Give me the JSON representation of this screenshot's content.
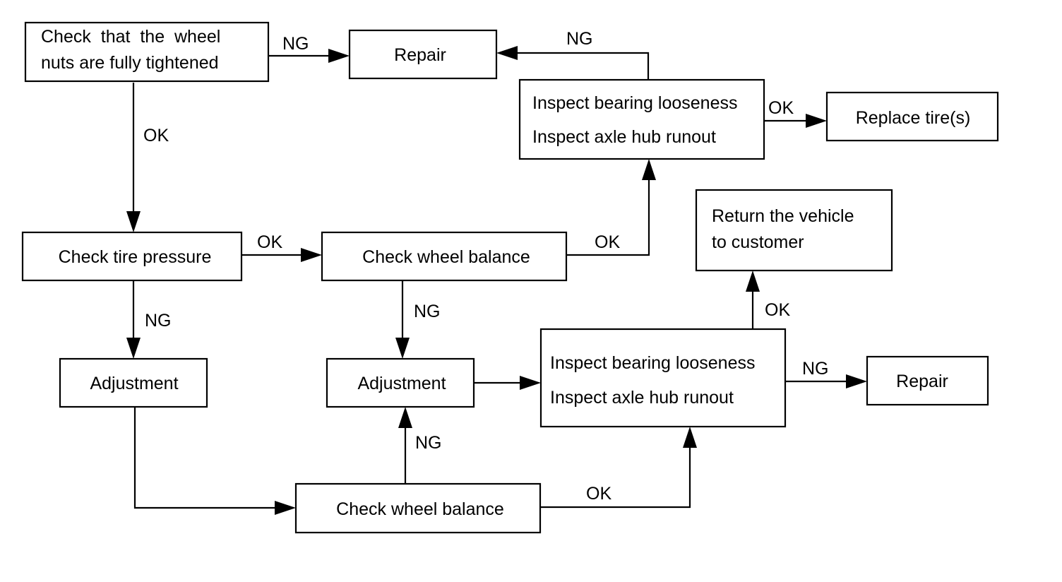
{
  "nodes": {
    "check_nuts": {
      "lines": [
        "Check  that  the  wheel",
        "nuts are fully tightened"
      ]
    },
    "repair_top": {
      "lines": [
        "Repair"
      ]
    },
    "inspect_top": {
      "lines": [
        "Inspect bearing looseness",
        "Inspect axle hub runout"
      ]
    },
    "replace_tires": {
      "lines": [
        "Replace tire(s)"
      ]
    },
    "check_pressure": {
      "lines": [
        "Check tire pressure"
      ]
    },
    "check_balance_1": {
      "lines": [
        "Check wheel balance"
      ]
    },
    "return_vehicle": {
      "lines": [
        "Return the vehicle",
        "to customer"
      ]
    },
    "adjustment_1": {
      "lines": [
        "Adjustment"
      ]
    },
    "adjustment_2": {
      "lines": [
        "Adjustment"
      ]
    },
    "inspect_mid": {
      "lines": [
        "Inspect bearing looseness",
        "Inspect axle hub runout"
      ]
    },
    "repair_mid": {
      "lines": [
        "Repair"
      ]
    },
    "check_balance_2": {
      "lines": [
        "Check wheel balance"
      ]
    }
  },
  "edges": [
    {
      "id": "e1",
      "from": "check_nuts",
      "to": "repair_top",
      "label": "NG"
    },
    {
      "id": "e2",
      "from": "check_nuts",
      "to": "check_pressure",
      "label": "OK"
    },
    {
      "id": "e3",
      "from": "inspect_top",
      "to": "repair_top",
      "label": "NG"
    },
    {
      "id": "e4",
      "from": "inspect_top",
      "to": "replace_tires",
      "label": "OK"
    },
    {
      "id": "e5",
      "from": "check_pressure",
      "to": "check_balance_1",
      "label": "OK"
    },
    {
      "id": "e6",
      "from": "check_balance_1",
      "to": "inspect_top",
      "label": "OK"
    },
    {
      "id": "e7",
      "from": "check_pressure",
      "to": "adjustment_1",
      "label": "NG"
    },
    {
      "id": "e8",
      "from": "check_balance_1",
      "to": "adjustment_2",
      "label": "NG"
    },
    {
      "id": "e9",
      "from": "adjustment_2",
      "to": "inspect_mid",
      "label": ""
    },
    {
      "id": "e10",
      "from": "inspect_mid",
      "to": "return_vehicle",
      "label": "OK"
    },
    {
      "id": "e11",
      "from": "inspect_mid",
      "to": "repair_mid",
      "label": "NG"
    },
    {
      "id": "e12",
      "from": "adjustment_1",
      "to": "check_balance_2",
      "label": ""
    },
    {
      "id": "e13",
      "from": "check_balance_2",
      "to": "adjustment_2",
      "label": "NG"
    },
    {
      "id": "e14",
      "from": "check_balance_2",
      "to": "inspect_mid",
      "label": "OK"
    }
  ]
}
